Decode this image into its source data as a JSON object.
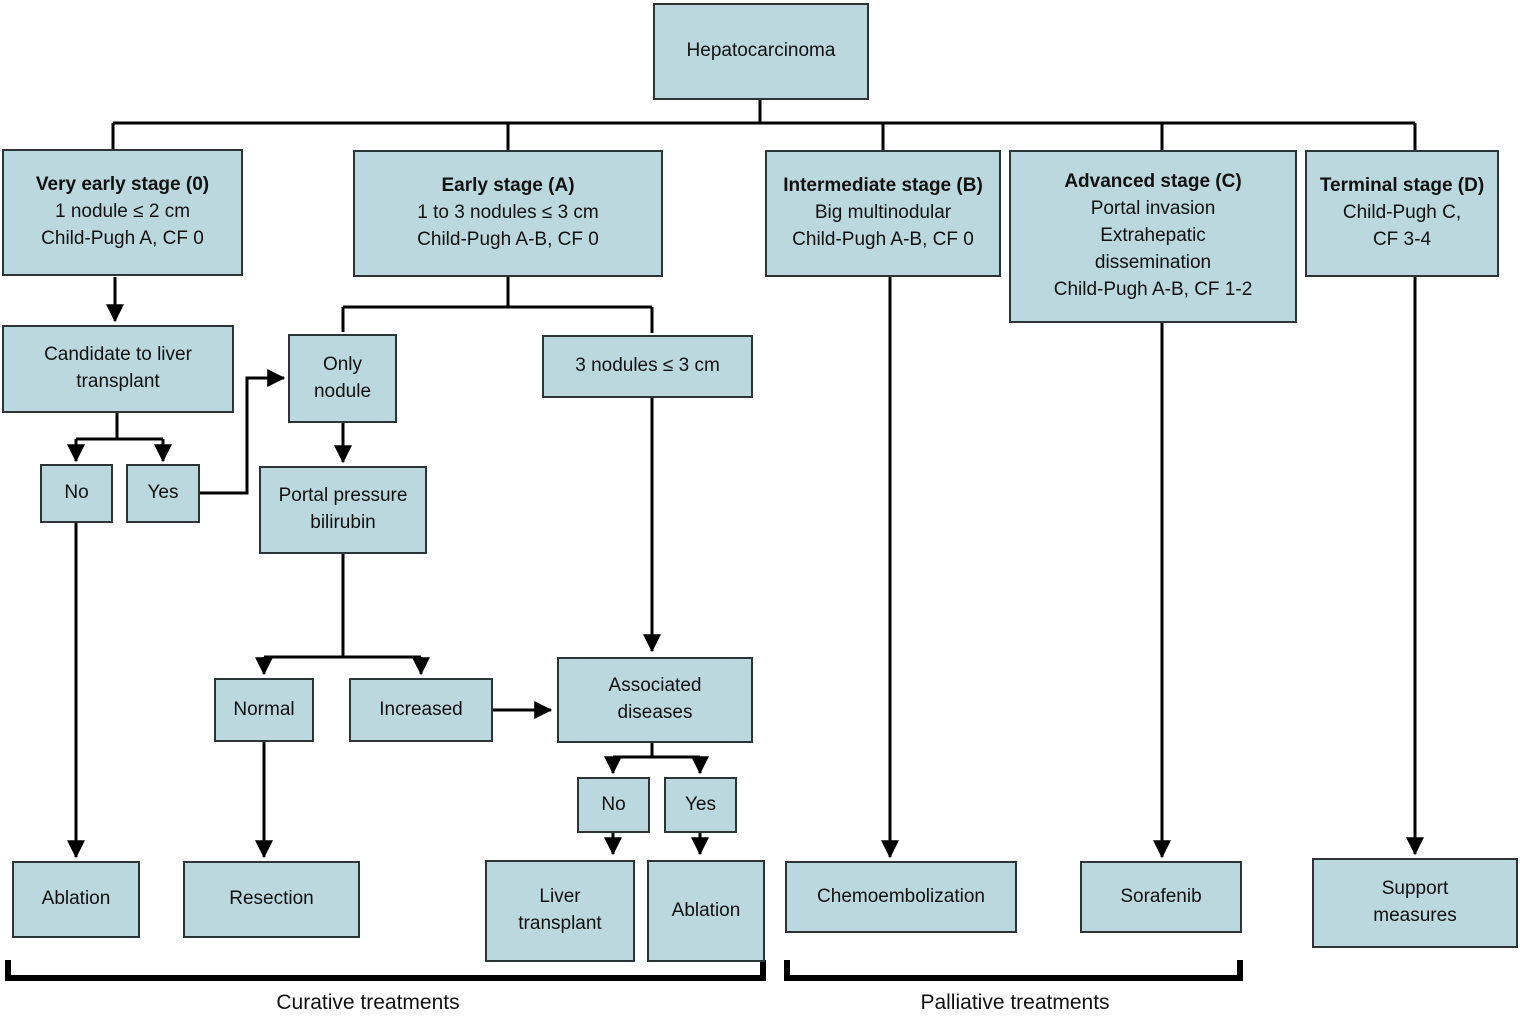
{
  "colors": {
    "box_fill": "#bad8de",
    "box_border": "#2e3436",
    "line": "#000000",
    "background": "#ffffff"
  },
  "nodes": {
    "hepatocarcinoma": {
      "label": "Hepatocarcinoma"
    },
    "very_early": {
      "title": "Very early stage (0)",
      "lines": [
        "1 nodule ≤ 2 cm",
        "Child-Pugh A, CF 0"
      ]
    },
    "early": {
      "title": "Early stage (A)",
      "lines": [
        "1 to 3 nodules ≤ 3 cm",
        "Child-Pugh A-B, CF 0"
      ]
    },
    "intermediate": {
      "title": "Intermediate stage (B)",
      "lines": [
        "Big multinodular",
        "Child-Pugh A-B, CF 0"
      ]
    },
    "advanced": {
      "title": "Advanced stage (C)",
      "lines": [
        "Portal invasion",
        "Extrahepatic",
        "dissemination",
        "Child-Pugh A-B, CF 1-2"
      ]
    },
    "terminal": {
      "title": "Terminal stage (D)",
      "lines": [
        "Child-Pugh C,",
        "CF 3-4"
      ]
    },
    "candidate": {
      "lines": [
        "Candidate to liver",
        "transplant"
      ]
    },
    "no1": {
      "label": "No"
    },
    "yes1": {
      "label": "Yes"
    },
    "only_nodule": {
      "lines": [
        "Only",
        "nodule"
      ]
    },
    "three_nodules": {
      "label": "3 nodules ≤ 3 cm"
    },
    "portal_pressure": {
      "lines": [
        "Portal pressure",
        "bilirubin"
      ]
    },
    "normal": {
      "label": "Normal"
    },
    "increased": {
      "label": "Increased"
    },
    "associated": {
      "lines": [
        "Associated",
        "diseases"
      ]
    },
    "no2": {
      "label": "No"
    },
    "yes2": {
      "label": "Yes"
    },
    "ablation1": {
      "label": "Ablation"
    },
    "resection": {
      "label": "Resection"
    },
    "liver_transplant": {
      "lines": [
        "Liver",
        "transplant"
      ]
    },
    "ablation2": {
      "label": "Ablation"
    },
    "chemoembolization": {
      "label": "Chemoembolization"
    },
    "sorafenib": {
      "label": "Sorafenib"
    },
    "support": {
      "lines": [
        "Support",
        "measures"
      ]
    }
  },
  "group_labels": {
    "curative": "Curative treatments",
    "palliative": "Palliative treatments"
  }
}
